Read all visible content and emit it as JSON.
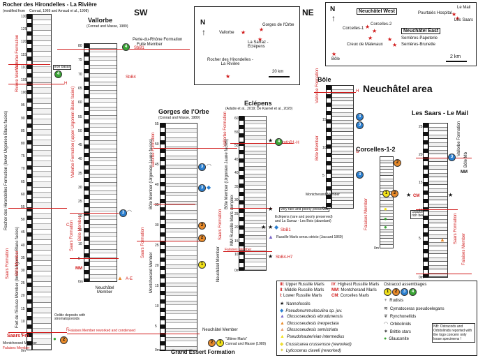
{
  "colors": {
    "red": "#d01818",
    "green": "#3aa535",
    "blue": "#2a7fd0",
    "orange": "#e88a2a",
    "yellow": "#f3e21a"
  },
  "rocher": {
    "title": "Rocher des Hirondelles - La Rivière",
    "source_a": "(modified from",
    "source_b": "Conrad, 1969 and Arnaud et al., 1998)",
    "riviere_member": "Rivière Member",
    "vallorbe_formation": "Vallorbe Formation",
    "upper_formation": "Rocher des Hirondelles Formation (lower Urgonien Blanc facies)",
    "fort_member": "Fort de l'Ecluse Member (lower Urgonien Blanc facies)",
    "sears_formation": "Saars Formation",
    "bole_member": "Bôle Member",
    "saars_fm": "Saars Fm",
    "montcherand_member": "Montcherand Member",
    "falaises_member": "Falaises Member",
    "ooliths_note": "Oolitic deposits with stromatoporoids",
    "iron_basal": "iron basal",
    "ticks": [
      "130",
      "125",
      "120",
      "115",
      "110",
      "105",
      "100",
      "95",
      "90",
      "85",
      "80",
      "75",
      "70",
      "65",
      "60",
      "55",
      "50",
      "45",
      "40",
      "35",
      "30",
      "25",
      "20",
      "15",
      "10",
      "5"
    ],
    "h_label": "H",
    "c_label": "C",
    "f_label": "F",
    "scale_label": "0m"
  },
  "section_heads": {
    "sw": "SW",
    "ne": "NE",
    "neuchatel_area": "Neuchâtel area"
  },
  "vallorbe": {
    "title": "Vallorbe",
    "source": "(Conrad and Masse, 1989)",
    "perte_formation": "Perte-du-Rhône Formation",
    "fulle_member": "Fulle Member",
    "fm_label": "Vallorbe Formation (upper Urgonien Blanc facies)",
    "sears_formation": "Saars Formation",
    "bole_member": "Bôle Member",
    "mm": "MM",
    "neuchatel_member": "Neuchâtel Member",
    "ticks": [
      "80",
      "75",
      "70",
      "65",
      "60",
      "55",
      "50",
      "45",
      "40",
      "35",
      "30",
      "25",
      "20",
      "15",
      "10",
      "5"
    ],
    "sample_top": "SbB1",
    "sample_mid": "SbB4",
    "label_a_e": "A-E",
    "scale_label": "0m"
  },
  "gorges": {
    "title": "Gorges de l'Orbe",
    "source": "(Conrad and Masse, 1989)",
    "vallorbe_formation": "Vallorbe Formation",
    "bole_member": "Bôle Member (Urgonien Jaune facies)",
    "sears_formation": "Saars Formation",
    "montcherand_member": "Montcherand Member",
    "neuchatel_member": "Neuchâtel Member",
    "grand_essert": "Grand Essert Formation",
    "ultime_marls": "\"Ultime Marls\"",
    "ultime_source": "Conrad and Masse (1989)",
    "falaises_note": "Falaises Member reworked and condensed",
    "ticks": [
      "55",
      "50",
      "45",
      "40",
      "35",
      "30",
      "25",
      "20",
      "15",
      "10",
      "5"
    ],
    "scale_label": "0m"
  },
  "eclepens": {
    "title": "Eclépens",
    "source": "(Adatte et al., 2019; De Kaenel et al., 2020)",
    "vallorbe_formation": "Vallorbe Formation",
    "bole_member": "Bôle Member (Urgonien Jaune facies)",
    "sears_formation": "Saars Formation",
    "mm_russille": "MM Russille Marls complex",
    "falaises_member": "Falaises Member",
    "neuchatel_member": "Neuchâtel Member",
    "note_rare": "very rare and poorly preserved",
    "note_enlepens": "Eclépens (rare and poorly preserved)",
    "note_enlepens2": "and La Sarraz - Les Bois (abundant)",
    "note_russille": "Russille Marls sensu stricto (Jaccard 1869)",
    "sample_top": "mfoB1-H",
    "sample_c": "SbB1",
    "sample_b": "SbB4-H7",
    "sample_b2": "B",
    "ticks": [
      "60",
      "55",
      "50",
      "45",
      "40",
      "35",
      "30",
      "25",
      "20",
      "15",
      "10"
    ],
    "scale_label": "0m"
  },
  "bole": {
    "title": "Bôle",
    "vallorbe_formation": "Vallorbe Formation",
    "bole_member": "Bôle Member",
    "montcherand_member": "Montcherand Member",
    "ticks": [
      "15",
      "10",
      "5"
    ],
    "scale_label": "0m",
    "h_label": "H",
    "g_label": "G"
  },
  "corcelles": {
    "title": "Corcelles-1-2",
    "falaises_member": "Falaises Member",
    "glauconite_note": "Glauconite-rich beds",
    "cm_label": "CM",
    "scale_label": "0m"
  },
  "sears": {
    "title": "Les Saars - Le Mail",
    "vallorbe_formation": "Vallorbe Formation",
    "bole_member": "Bôle Mb",
    "mm": "MM",
    "saars_formation": "Saars Formation",
    "falaises_member": "Falaises Member",
    "ticks": [
      "25",
      "20",
      "15",
      "10",
      "5"
    ],
    "scale_label": "0m"
  },
  "map_sw": {
    "north": "N",
    "places": [
      "Vallorbe",
      "Gorges de l'Orbe",
      "La Sarraz - Eclépens",
      "Rocher des Hirondelles - La Rivière"
    ],
    "scale": "20 km"
  },
  "map_ne": {
    "north": "N",
    "west_box": "Neuchâtel West",
    "east_box": "Neuchâtel East",
    "places": [
      "Corcelles-1",
      "Corcelles-2",
      "Creux de Malevaux",
      "Bôle",
      "Pourtalès Hospital",
      "Le Mail",
      "Les Saars",
      "Serrières-Papeterie",
      "Serrières-Brunette"
    ],
    "scale": "2 km"
  },
  "legend": {
    "marls": [
      {
        "code": "III",
        "text": ": Upper Russille Marls"
      },
      {
        "code": "II",
        "text": ": Middle Russille Marls"
      },
      {
        "code": "I",
        "text": ": Lower Russille Marls"
      },
      {
        "code": "IV",
        "text": ": Highest Russille Marls"
      },
      {
        "code": "MM",
        "text": ": Montcherand Marls"
      },
      {
        "code": "CM",
        "text": ": Corcelles Marls"
      }
    ],
    "fossils": [
      {
        "sym": "★",
        "color": "#111",
        "text": "Nannofossils"
      },
      {
        "sym": "◆",
        "color": "#2a7fd0",
        "text": "Pseudonummuloculina sp. juv."
      },
      {
        "sym": "▲",
        "color": "#7a66c8",
        "text": "Glossoseudesis ebrudunensis"
      },
      {
        "sym": "▲",
        "color": "#e88a2a",
        "text": "Glossoseudesis inexpectata"
      },
      {
        "sym": "▲",
        "color": "#e8a070",
        "text": "Glossoseudesis semistriata"
      },
      {
        "sym": "▲",
        "color": "#f3e21a",
        "text": "Pseudohauterivian intermedius"
      },
      {
        "sym": "◆",
        "color": "#eedd33",
        "text": "Crussicarea crussensce (reworked)"
      },
      {
        "sym": "✦",
        "color": "#d8c020",
        "text": "Lyticoceras claveli (reworked)"
      }
    ],
    "ostracod_title": "Ostracod assemblages",
    "others": [
      {
        "sym": "♆",
        "color": "#222",
        "text": "Rudists"
      },
      {
        "sym": "≋",
        "color": "#222",
        "text": "Cymatoceras pseudoelegans"
      },
      {
        "sym": "❦",
        "color": "#666",
        "text": "Rynchonellids"
      },
      {
        "sym": "◠",
        "color": "#666",
        "text": "Orbitolinids"
      },
      {
        "sym": "✶",
        "color": "#111",
        "text": "Brittle stars"
      },
      {
        "sym": "●",
        "color": "#3aa535",
        "text": "Glauconite"
      }
    ],
    "nb": "NB: Ostracods and Orbitolinids reported with the logo concern only loose specimens !"
  }
}
